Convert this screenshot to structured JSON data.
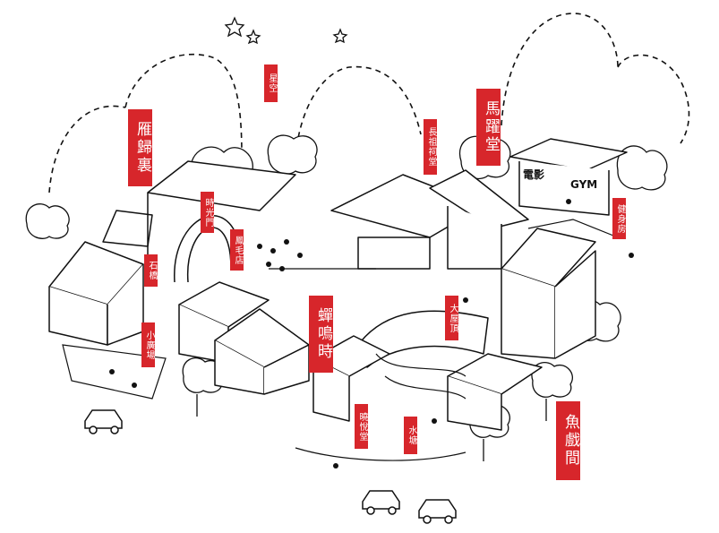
{
  "map": {
    "labels": {
      "yan_gui_li": "雁歸裏",
      "xing_kong": "星空",
      "zhang_zu_ci_tang": "長祖祠堂",
      "ma_yao_tang": "馬躍堂",
      "jian_shen_fang": "健身房",
      "shi_guang_men": "時光門",
      "feng_mao_dian": "鳳毛店",
      "shi_qiao": "石橋",
      "xiao_guang_chang": "小廣場",
      "chan_ming_shi": "蟬鳴時",
      "da_wu_ding": "大屋頂",
      "xiao_yuan_tang": "曉悅堂",
      "shui_tang": "水塘",
      "yu_xi_jian": "魚戲間"
    },
    "signs": {
      "dian_ying": "電影",
      "gym": "GYM"
    },
    "colors": {
      "label_red": "#d7262b",
      "ink": "#111111",
      "paper": "#ffffff"
    }
  }
}
